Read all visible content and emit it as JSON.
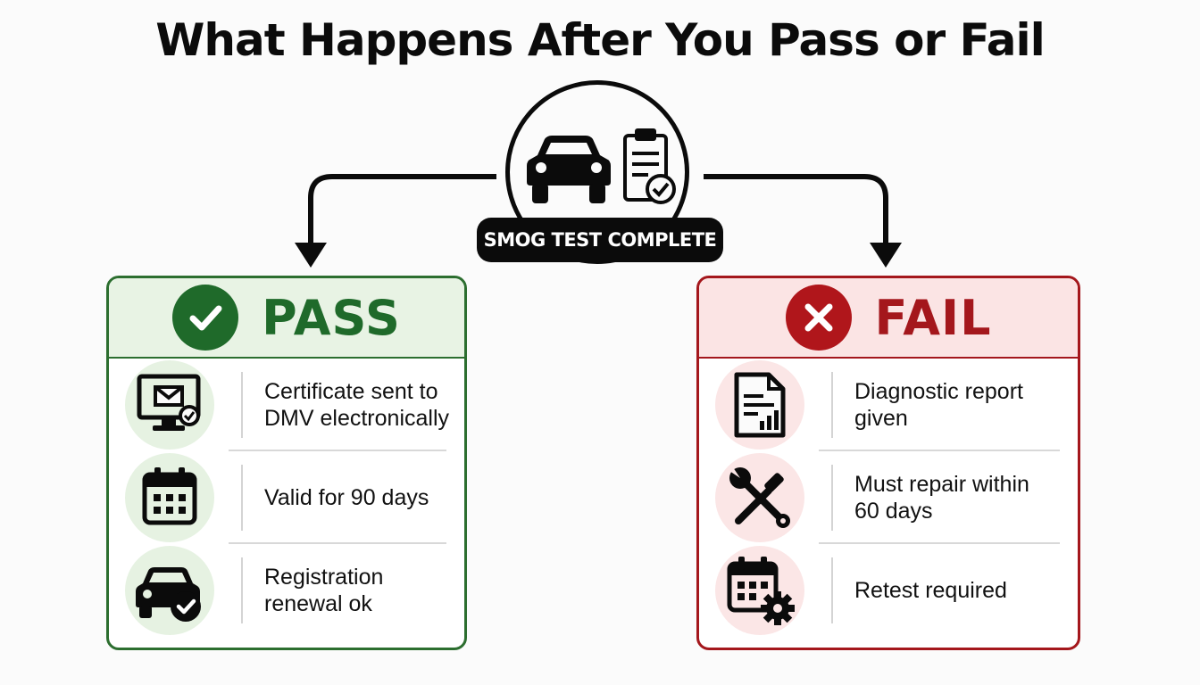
{
  "title": "What Happens After You Pass or Fail",
  "hub": {
    "label": "SMOG TEST COMPLETE",
    "icons": [
      "car-icon",
      "clipboard-check-icon"
    ]
  },
  "pass": {
    "title": "PASS",
    "badge_icon": "checkmark-icon",
    "color": "#1f6a2a",
    "items": [
      {
        "icon": "monitor-email-check-icon",
        "text": "Certificate sent to\nDMV electronically"
      },
      {
        "icon": "calendar-icon",
        "text": "Valid for 90 days"
      },
      {
        "icon": "car-check-icon",
        "text": "Registration\nrenewal ok"
      }
    ]
  },
  "fail": {
    "title": "FAIL",
    "badge_icon": "x-icon",
    "color": "#b0161b",
    "items": [
      {
        "icon": "report-document-icon",
        "text": "Diagnostic report\ngiven"
      },
      {
        "icon": "wrench-screwdriver-icon",
        "text": "Must repair within\n60 days"
      },
      {
        "icon": "calendar-gear-icon",
        "text": "Retest required"
      }
    ]
  }
}
